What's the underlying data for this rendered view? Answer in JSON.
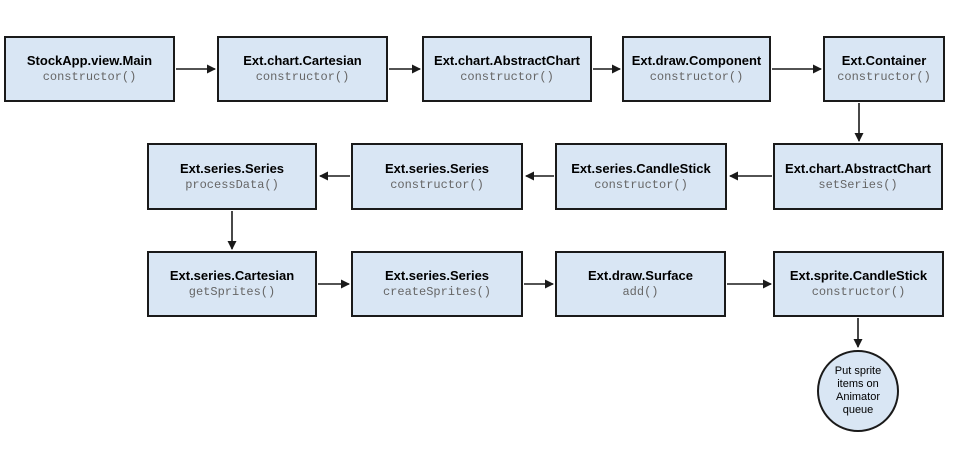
{
  "diagram_type": "flowchart",
  "nodes": [
    {
      "id": "n1",
      "title": "StockApp.view.Main",
      "method": "constructor()"
    },
    {
      "id": "n2",
      "title": "Ext.chart.Cartesian",
      "method": "constructor()"
    },
    {
      "id": "n3",
      "title": "Ext.chart.AbstractChart",
      "method": "constructor()"
    },
    {
      "id": "n4",
      "title": "Ext.draw.Component",
      "method": "constructor()"
    },
    {
      "id": "n5",
      "title": "Ext.Container",
      "method": "constructor()"
    },
    {
      "id": "n6",
      "title": "Ext.series.Series",
      "method": "processData()"
    },
    {
      "id": "n7",
      "title": "Ext.series.Series",
      "method": "constructor()"
    },
    {
      "id": "n8",
      "title": "Ext.series.CandleStick",
      "method": "constructor()"
    },
    {
      "id": "n9",
      "title": "Ext.chart.AbstractChart",
      "method": "setSeries()"
    },
    {
      "id": "n10",
      "title": "Ext.series.Cartesian",
      "method": "getSprites()"
    },
    {
      "id": "n11",
      "title": "Ext.series.Series",
      "method": "createSprites()"
    },
    {
      "id": "n12",
      "title": "Ext.draw.Surface",
      "method": "add()"
    },
    {
      "id": "n13",
      "title": "Ext.sprite.CandleStick",
      "method": "constructor()"
    }
  ],
  "terminal": {
    "text": "Put sprite items on Animator queue",
    "lines": [
      "Put sprite",
      "items on",
      "Animator",
      "queue"
    ]
  },
  "edges": [
    {
      "from": "n1",
      "to": "n2",
      "direction": "right"
    },
    {
      "from": "n2",
      "to": "n3",
      "direction": "right"
    },
    {
      "from": "n3",
      "to": "n4",
      "direction": "right"
    },
    {
      "from": "n4",
      "to": "n5",
      "direction": "right"
    },
    {
      "from": "n5",
      "to": "n9",
      "direction": "down"
    },
    {
      "from": "n9",
      "to": "n8",
      "direction": "left"
    },
    {
      "from": "n8",
      "to": "n7",
      "direction": "left"
    },
    {
      "from": "n7",
      "to": "n6",
      "direction": "left"
    },
    {
      "from": "n6",
      "to": "n10",
      "direction": "down"
    },
    {
      "from": "n10",
      "to": "n11",
      "direction": "right"
    },
    {
      "from": "n11",
      "to": "n12",
      "direction": "right"
    },
    {
      "from": "n12",
      "to": "n13",
      "direction": "right"
    },
    {
      "from": "n13",
      "to": "terminal",
      "direction": "down"
    }
  ],
  "colors": {
    "node_fill": "#d9e6f4",
    "node_border": "#1a1a1a",
    "title_text": "#000000",
    "method_text": "#666666",
    "arrow": "#1a1a1a",
    "background": "#ffffff"
  }
}
